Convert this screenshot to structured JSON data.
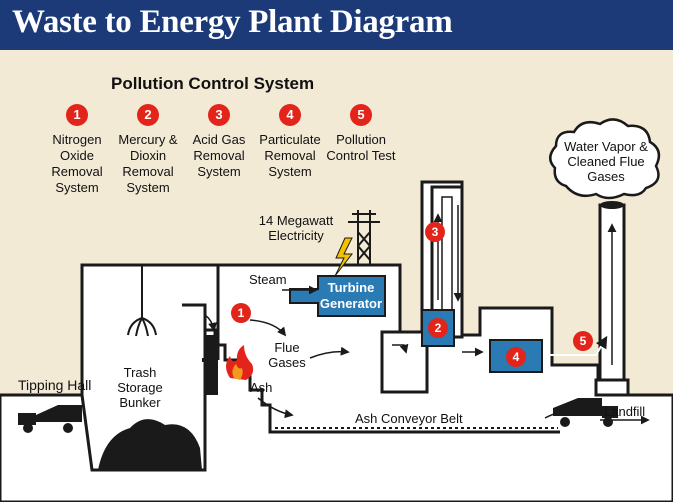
{
  "title": "Waste to Energy Plant Diagram",
  "pollution_control": {
    "title": "Pollution Control System",
    "steps": [
      {
        "num": "1",
        "label": "Nitrogen Oxide Removal System"
      },
      {
        "num": "2",
        "label": "Mercury & Dioxin Removal System"
      },
      {
        "num": "3",
        "label": "Acid Gas Removal System"
      },
      {
        "num": "4",
        "label": "Particulate Removal System"
      },
      {
        "num": "5",
        "label": "Pollution Control Test"
      }
    ]
  },
  "labels": {
    "tipping_hall": "Tipping Hall",
    "trash_bunker": "Trash Storage Bunker",
    "ash": "Ash",
    "ash_conveyor": "Ash Conveyor Belt",
    "landfill": "Landfill",
    "steam": "Steam",
    "turbine": "Turbine Generator",
    "flue_gases": "Flue Gases",
    "electricity": "14 Megawatt Electricity",
    "water_vapor": "Water Vapor & Cleaned Flue Gases"
  },
  "colors": {
    "header_bg": "#1d3a78",
    "background": "#f3ead6",
    "building_fill": "#ffffff",
    "outline": "#1a1a1a",
    "accent_blue": "#2a7ab3",
    "badge_red": "#e3241b",
    "flame_orange": "#f39a1e",
    "lightning_yellow": "#f2c200"
  },
  "icons": [
    "crane-claw-icon",
    "dump-truck-icon",
    "fire-icon",
    "lightning-bolt-icon",
    "power-tower-icon",
    "cloud-icon"
  ]
}
